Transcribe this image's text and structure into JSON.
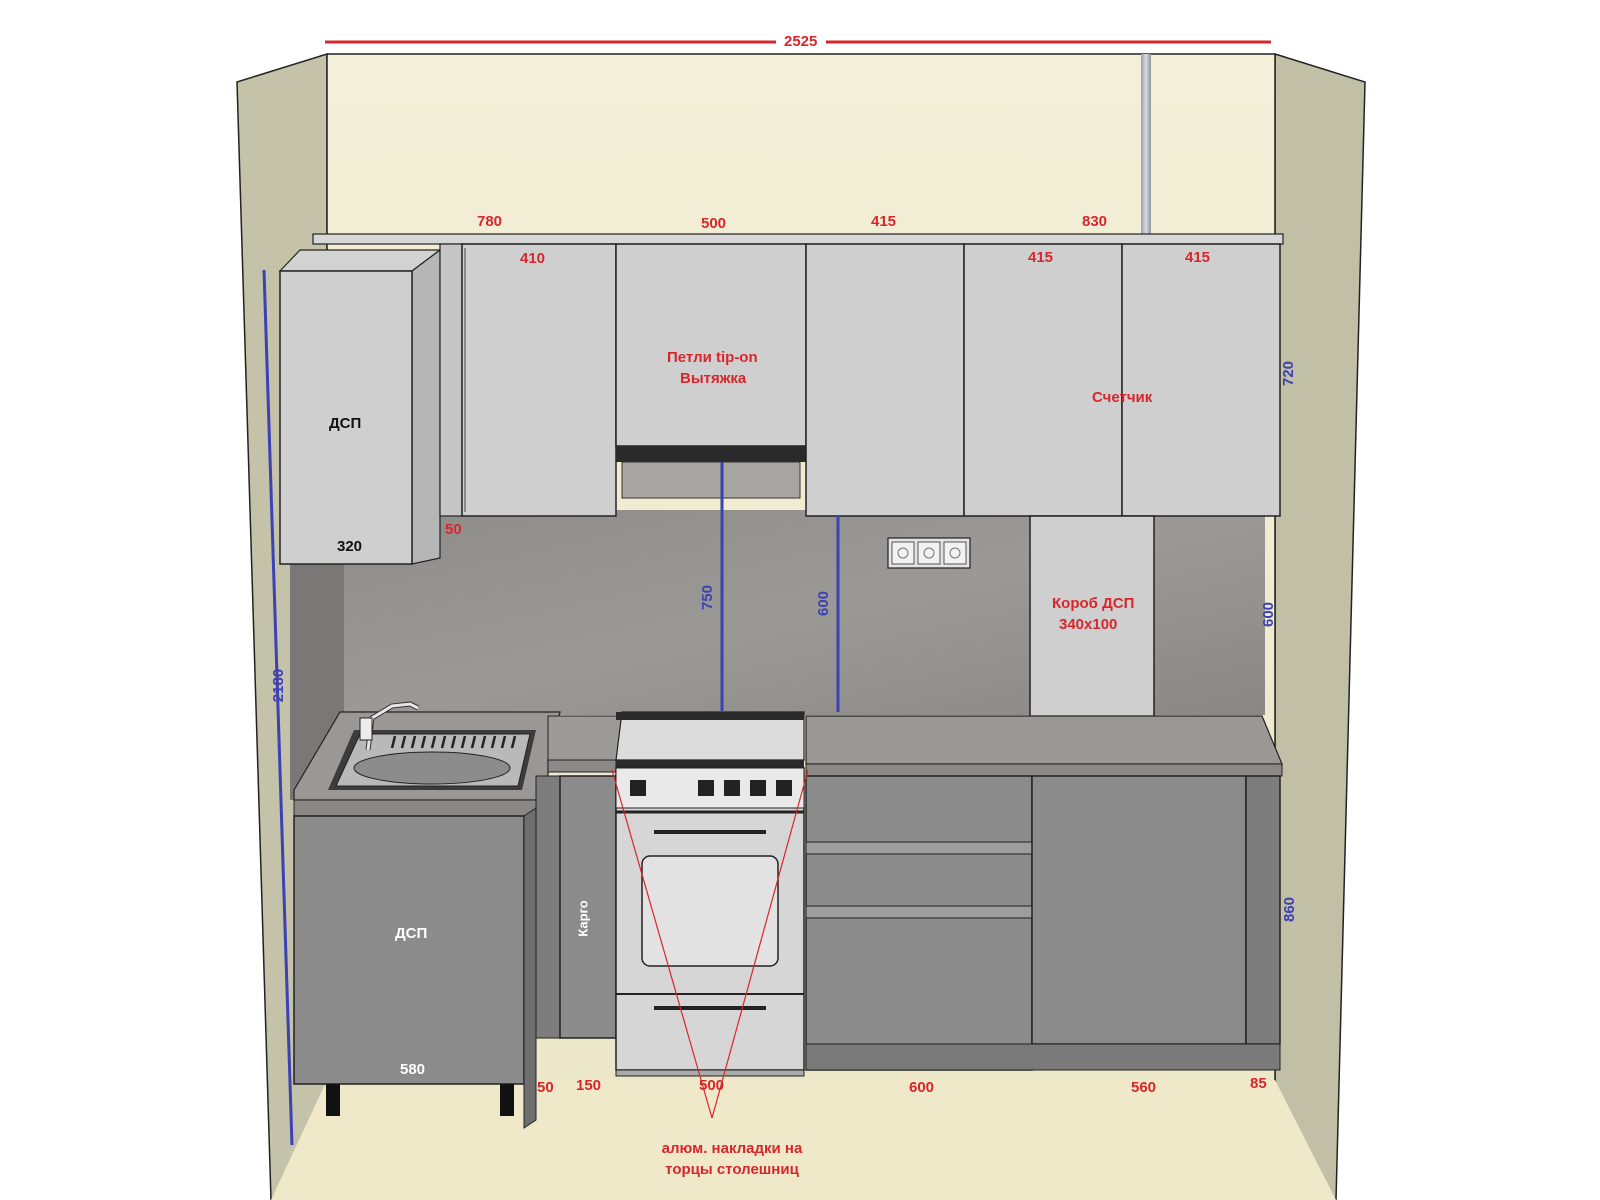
{
  "dimensions": {
    "total_width": "2525",
    "upper_left_group": "780",
    "upper_left_cab": "410",
    "upper_hood": "500",
    "upper_mid": "415",
    "upper_right_group": "830",
    "upper_right_a": "415",
    "upper_right_b": "415",
    "upper_height": "720",
    "corner_depth": "320",
    "gap_left": "50",
    "hood_to_counter": "750",
    "cab_to_counter": "600",
    "backsplash_right": "600",
    "wall_height": "2180",
    "base_height": "860",
    "sink_cab": "580",
    "base_gap": "50",
    "cargo": "150",
    "stove": "500",
    "drawers": "600",
    "base_right": "560",
    "end_gap": "85"
  },
  "labels": {
    "hood_note_1": "Петли tip-on",
    "hood_note_2": "Вытяжка",
    "counter_label": "Счетчик",
    "box_label_1": "Короб ДСП",
    "box_label_2": "340x100",
    "upper_material": "ДСП",
    "lower_material": "ДСП",
    "cargo_label": "Карго",
    "note_line_1": "алюм. накладки на",
    "note_line_2": "торцы столешниц"
  },
  "colors": {
    "dimension_red": "#d8262c",
    "dimension_blue": "#3c41b4",
    "cabinet_light": "#cfcfcf",
    "cabinet_dark": "#8b8b8b",
    "backsplash": "#8f8d8a",
    "wall": "#f2eed3"
  }
}
